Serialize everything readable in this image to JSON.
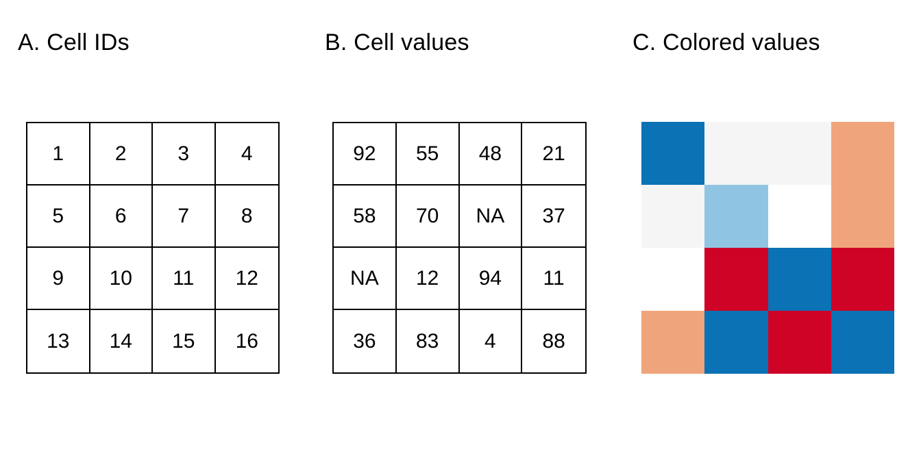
{
  "figure": {
    "background": "#ffffff"
  },
  "panels": [
    {
      "id": "a",
      "title": "A. Cell IDs",
      "kind": "numbered-grid"
    },
    {
      "id": "b",
      "title": "B. Cell values",
      "kind": "value-grid"
    },
    {
      "id": "c",
      "title": "C. Colored values",
      "kind": "color-grid"
    }
  ],
  "palette": {
    "dark_blue": "#0b72b5",
    "light_blue": "#8fc5e2",
    "near_white": "#f5f5f5",
    "salmon": "#f0a47c",
    "red": "#ce0326",
    "na_white": "#ffffff",
    "grid_line": "#000000"
  },
  "chart_data": {
    "type": "heatmap",
    "title": "Cell IDs / Cell values / Colored values",
    "nrow": 4,
    "ncol": 4,
    "grid": true,
    "legend": "none",
    "na_label": "NA",
    "na_color": "#ffffff",
    "cell_ids": [
      [
        "1",
        "2",
        "3",
        "4"
      ],
      [
        "5",
        "6",
        "7",
        "8"
      ],
      [
        "9",
        "10",
        "11",
        "12"
      ],
      [
        "13",
        "14",
        "15",
        "16"
      ]
    ],
    "cell_ids_flat": [
      "1",
      "2",
      "3",
      "4",
      "5",
      "6",
      "7",
      "8",
      "9",
      "10",
      "11",
      "12",
      "13",
      "14",
      "15",
      "16"
    ],
    "values": [
      [
        "92",
        "55",
        "48",
        "21"
      ],
      [
        "58",
        "70",
        "NA",
        "37"
      ],
      [
        "NA",
        "12",
        "94",
        "11"
      ],
      [
        "36",
        "83",
        "4",
        "88"
      ]
    ],
    "values_flat": [
      "92",
      "55",
      "48",
      "21",
      "58",
      "70",
      "NA",
      "37",
      "NA",
      "12",
      "94",
      "11",
      "36",
      "83",
      "4",
      "88"
    ],
    "colors": [
      [
        "#0b72b5",
        "#f5f5f5",
        "#f5f5f5",
        "#f0a47c"
      ],
      [
        "#f5f5f5",
        "#8fc5e2",
        "#ffffff",
        "#f0a47c"
      ],
      [
        "#ffffff",
        "#ce0326",
        "#0b72b5",
        "#ce0326"
      ],
      [
        "#f0a47c",
        "#0b72b5",
        "#ce0326",
        "#0b72b5"
      ]
    ],
    "colors_flat": [
      "#0b72b5",
      "#f5f5f5",
      "#f5f5f5",
      "#f0a47c",
      "#f5f5f5",
      "#8fc5e2",
      "#ffffff",
      "#f0a47c",
      "#ffffff",
      "#ce0326",
      "#0b72b5",
      "#ce0326",
      "#f0a47c",
      "#0b72b5",
      "#ce0326",
      "#0b72b5"
    ]
  }
}
